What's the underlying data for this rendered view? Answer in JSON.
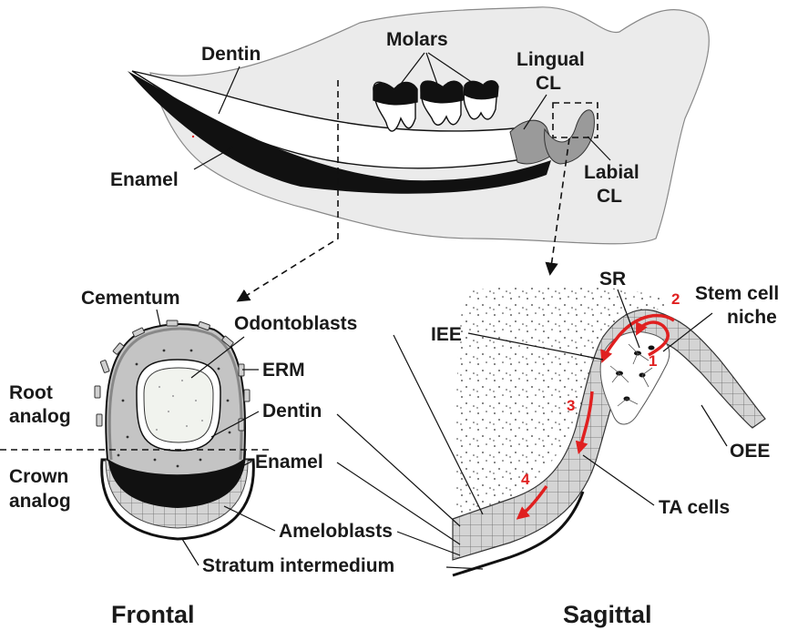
{
  "labels": {
    "dentin_top": "Dentin",
    "molars": "Molars",
    "lingual_cl_1": "Lingual",
    "lingual_cl_2": "CL",
    "enamel_top": "Enamel",
    "labial_cl_1": "Labial",
    "labial_cl_2": "CL",
    "cementum": "Cementum",
    "odontoblasts": "Odontoblasts",
    "erm": "ERM",
    "root_analog_1": "Root",
    "root_analog_2": "analog",
    "dentin_front": "Dentin",
    "crown_analog_1": "Crown",
    "crown_analog_2": "analog",
    "enamel_front": "Enamel",
    "ameloblasts": "Ameloblasts",
    "stratum_intermedium": "Stratum intermedium",
    "sr": "SR",
    "stem_cell_niche_1": "Stem cell",
    "stem_cell_niche_2": "niche",
    "iee": "IEE",
    "oee": "OEE",
    "ta_cells": "TA cells"
  },
  "steps": [
    "1",
    "2",
    "3",
    "4"
  ],
  "views": {
    "frontal": "Frontal",
    "sagittal": "Sagittal"
  },
  "colors": {
    "jaw": "#ebebeb",
    "enamel": "#111111",
    "cervical_loop": "#9a9a9a",
    "dentin": "#c4c4c4",
    "pulp": "#f1f3ee",
    "arrow": "#e02020"
  }
}
